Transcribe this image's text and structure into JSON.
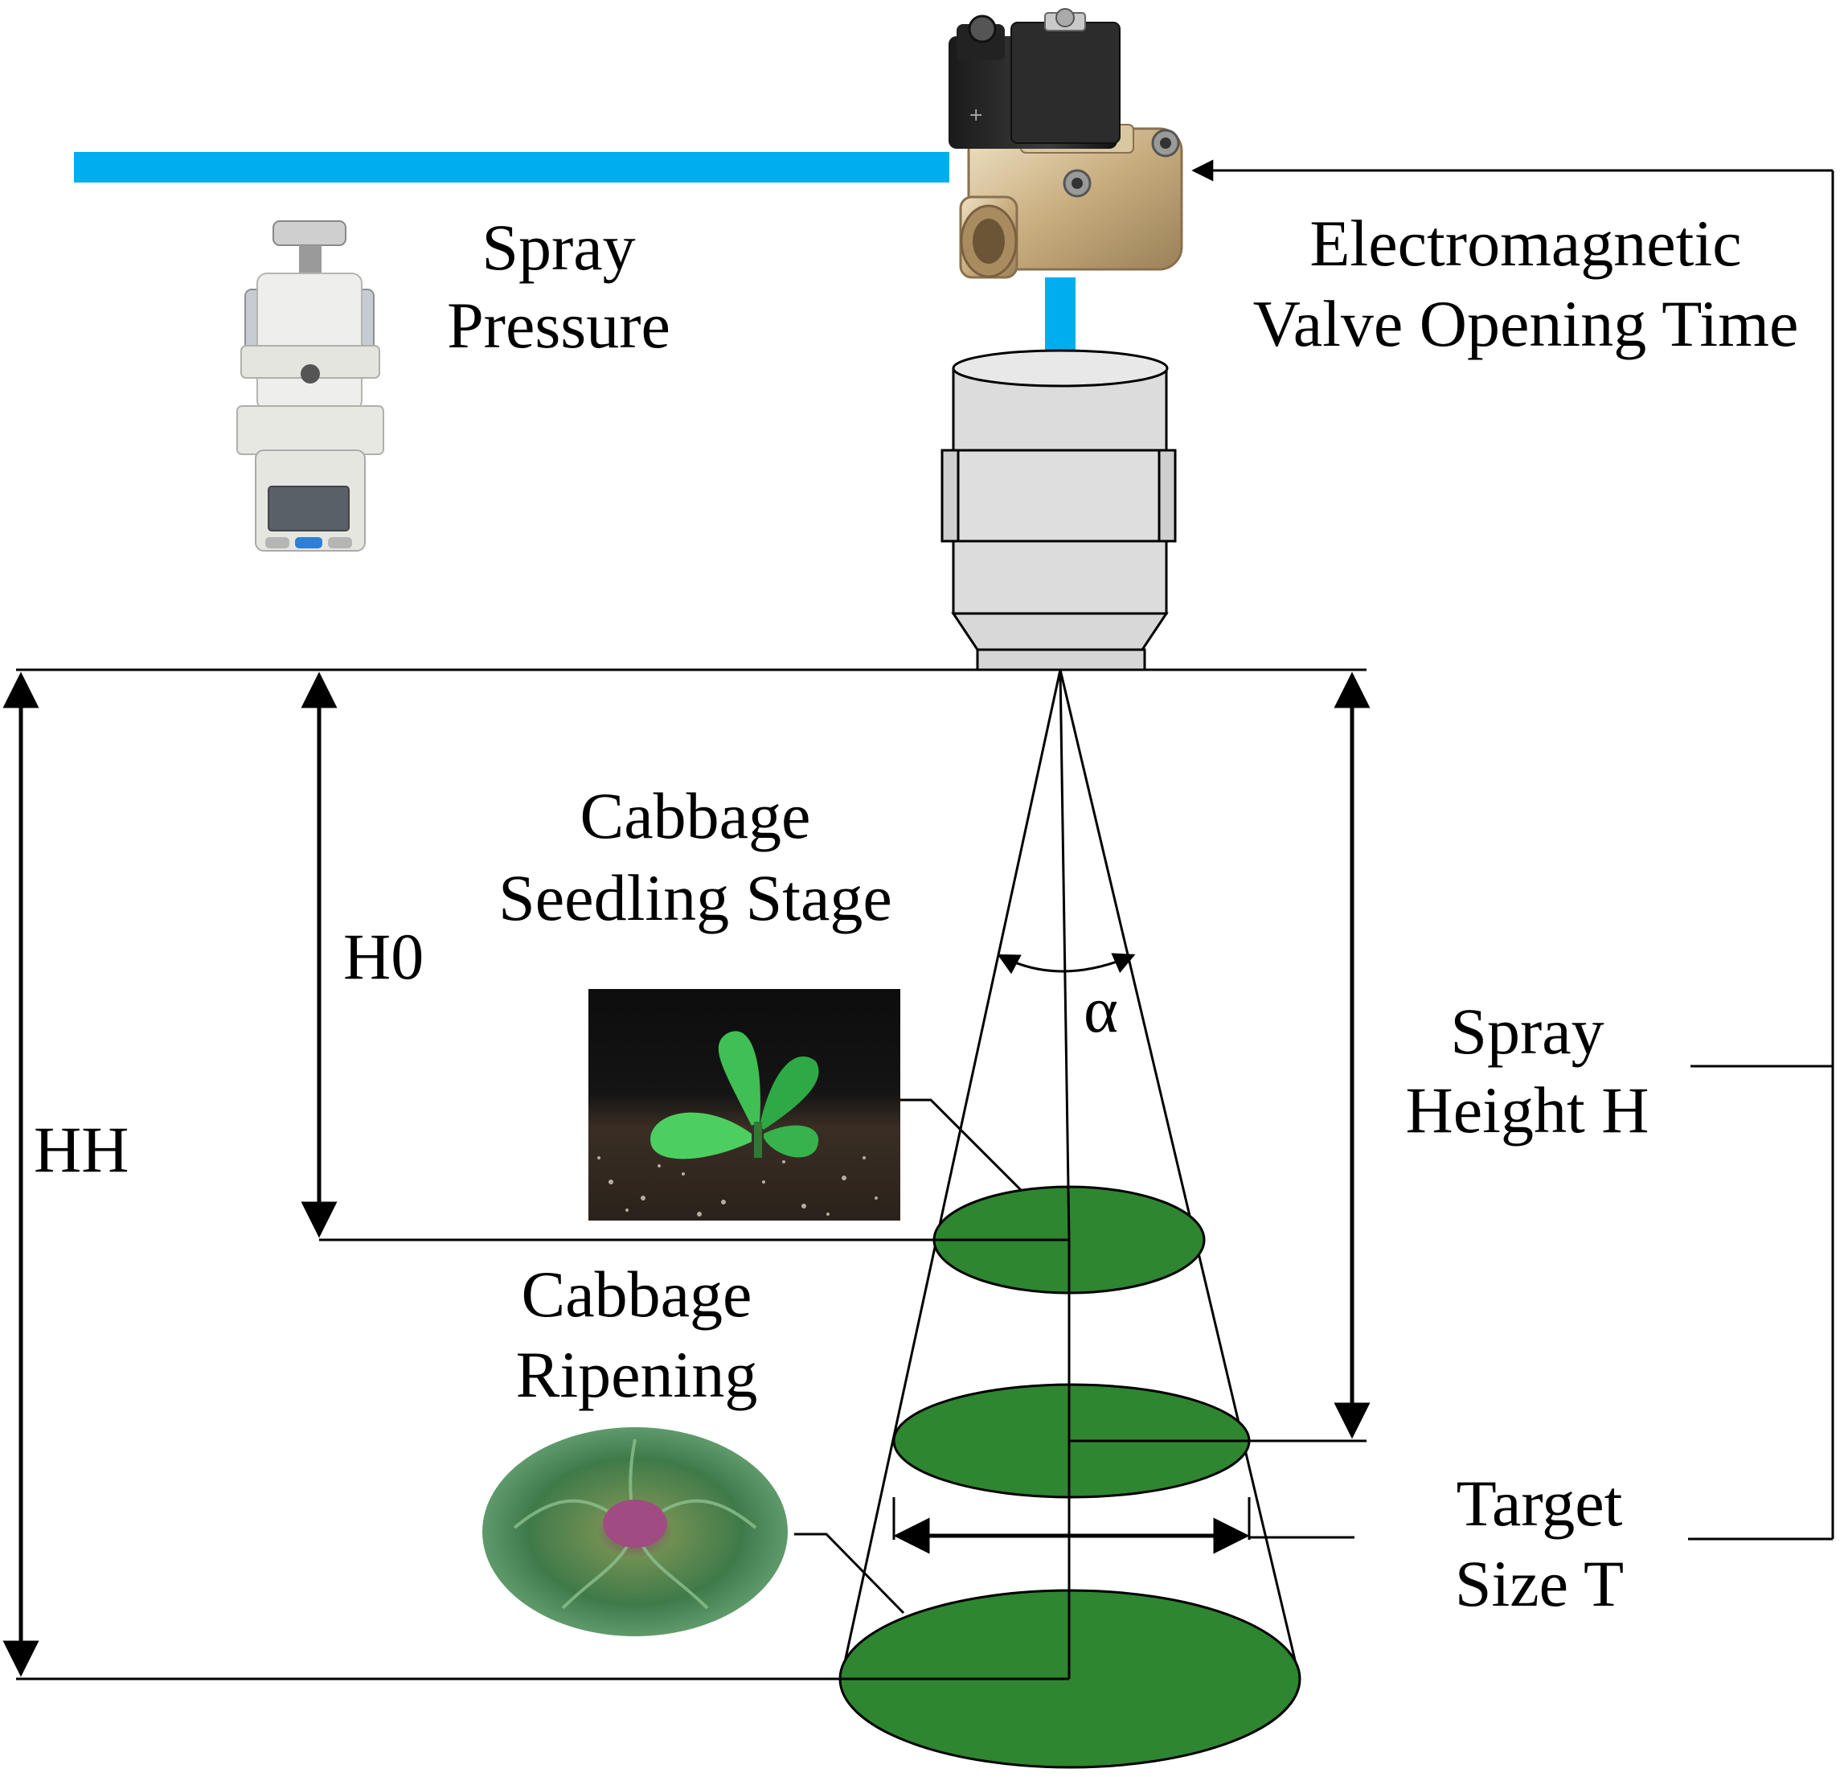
{
  "labels": {
    "spray_pressure": [
      "Spray",
      "Pressure"
    ],
    "valve_time": [
      "Electromagnetic",
      "Valve Opening Time"
    ],
    "seedling": [
      "Cabbage",
      "Seedling Stage"
    ],
    "ripening": [
      "Cabbage",
      "Ripening"
    ],
    "spray_height": [
      "Spray",
      "Height H"
    ],
    "target_size": [
      "Target",
      "Size T"
    ],
    "h0": "H0",
    "hh": "HH",
    "alpha": "α"
  },
  "colors": {
    "pipe": "#00aeef",
    "target": "#2e8630",
    "line": "#000000",
    "nozzle": "#dcdcdc",
    "valve_brass": "#c9b28a",
    "coil": "#2b2b2b"
  },
  "icons": {
    "regulator": "pressure-regulator-icon",
    "valve": "solenoid-valve-icon",
    "nozzle": "spray-nozzle-icon",
    "seedling": "cabbage-seedling-photo",
    "ripe": "ripe-cabbage-photo"
  }
}
